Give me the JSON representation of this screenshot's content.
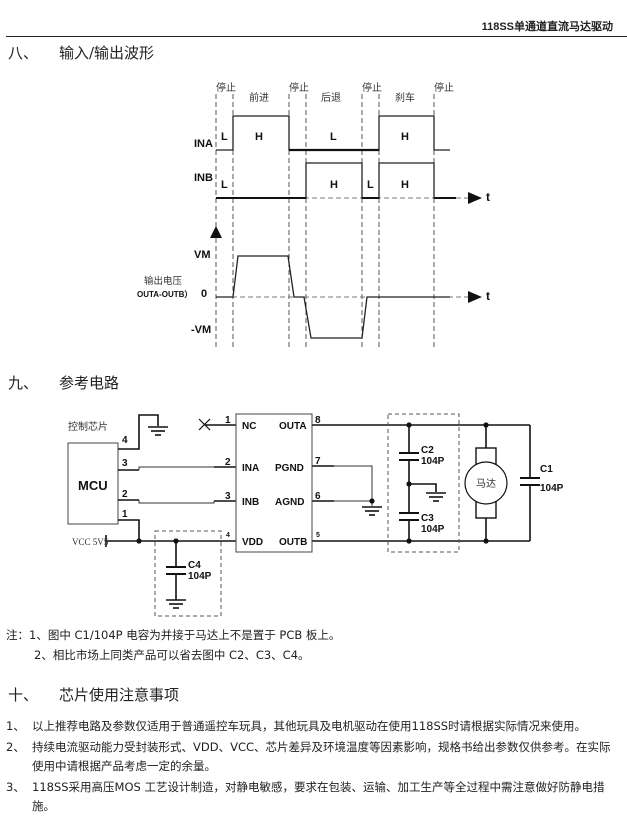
{
  "header": {
    "title": "118SS单通道直流马达驱动"
  },
  "section8": {
    "number": "八、",
    "title": "输入/输出波形",
    "phases": [
      "停止",
      "停止",
      "停止",
      "停止"
    ],
    "phase_names": [
      "前进",
      "后退",
      "刹车"
    ],
    "signals": {
      "ina": {
        "label": "INA",
        "levels": [
          "L",
          "H",
          "L",
          "H"
        ]
      },
      "inb": {
        "label": "INB",
        "levels": [
          "L",
          "H",
          "L",
          "H"
        ]
      }
    },
    "time_axis_label": "t",
    "output": {
      "y_label_line1": "输出电压",
      "y_label_line2": "OUTA-OUTB）",
      "vm_label": "VM",
      "zero_label": "0",
      "neg_vm_label": "-VM",
      "time_axis_label": "t"
    }
  },
  "section9": {
    "number": "九、",
    "title": "参考电路",
    "circuit": {
      "controller_label": "控制芯片",
      "mcu_label": "MCU",
      "mcu_pins": [
        "4",
        "3",
        "2",
        "1"
      ],
      "vcc_label": "VCC 5V5",
      "chip_pins_left": [
        {
          "num": "1",
          "name": "NC"
        },
        {
          "num": "2",
          "name": "INA"
        },
        {
          "num": "3",
          "name": "INB"
        },
        {
          "num": "4",
          "name": "VDD"
        }
      ],
      "chip_pins_right": [
        {
          "num": "8",
          "name": "OUTA"
        },
        {
          "num": "7",
          "name": "PGND"
        },
        {
          "num": "6",
          "name": "AGND"
        },
        {
          "num": "5",
          "name": "OUTB"
        }
      ],
      "c4": {
        "name": "C4",
        "value": "104P"
      },
      "c2": {
        "name": "C2",
        "value": "104P"
      },
      "c3": {
        "name": "C3",
        "value": "104P"
      },
      "c1": {
        "name": "C1",
        "value": "104P"
      },
      "motor_label": "马达"
    }
  },
  "notes": {
    "line1": "注：1、图中 C1/104P 电容为并接于马达上不是置于 PCB 板上。",
    "line2": "2、相比市场上同类产品可以省去图中 C2、C3、C4。"
  },
  "section10": {
    "number": "十、",
    "title": "芯片使用注意事项",
    "items": [
      {
        "idx": "1、",
        "text": "以上推荐电路及参数仅适用于普通遥控车玩具，其他玩具及电机驱动在使用118SS时请根据实际情况来使用。"
      },
      {
        "idx": "2、",
        "text": "持续电流驱动能力受封装形式、VDD、VCC、芯片差异及环境温度等因素影响，规格书给出参数仅供参考。在实际使用中请根据产品考虑一定的余量。"
      },
      {
        "idx": "3、",
        "text": "118SS采用高压MOS 工艺设计制造，对静电敏感，要求在包装、运输、加工生产等全过程中需注意做好防静电措施。"
      }
    ]
  }
}
